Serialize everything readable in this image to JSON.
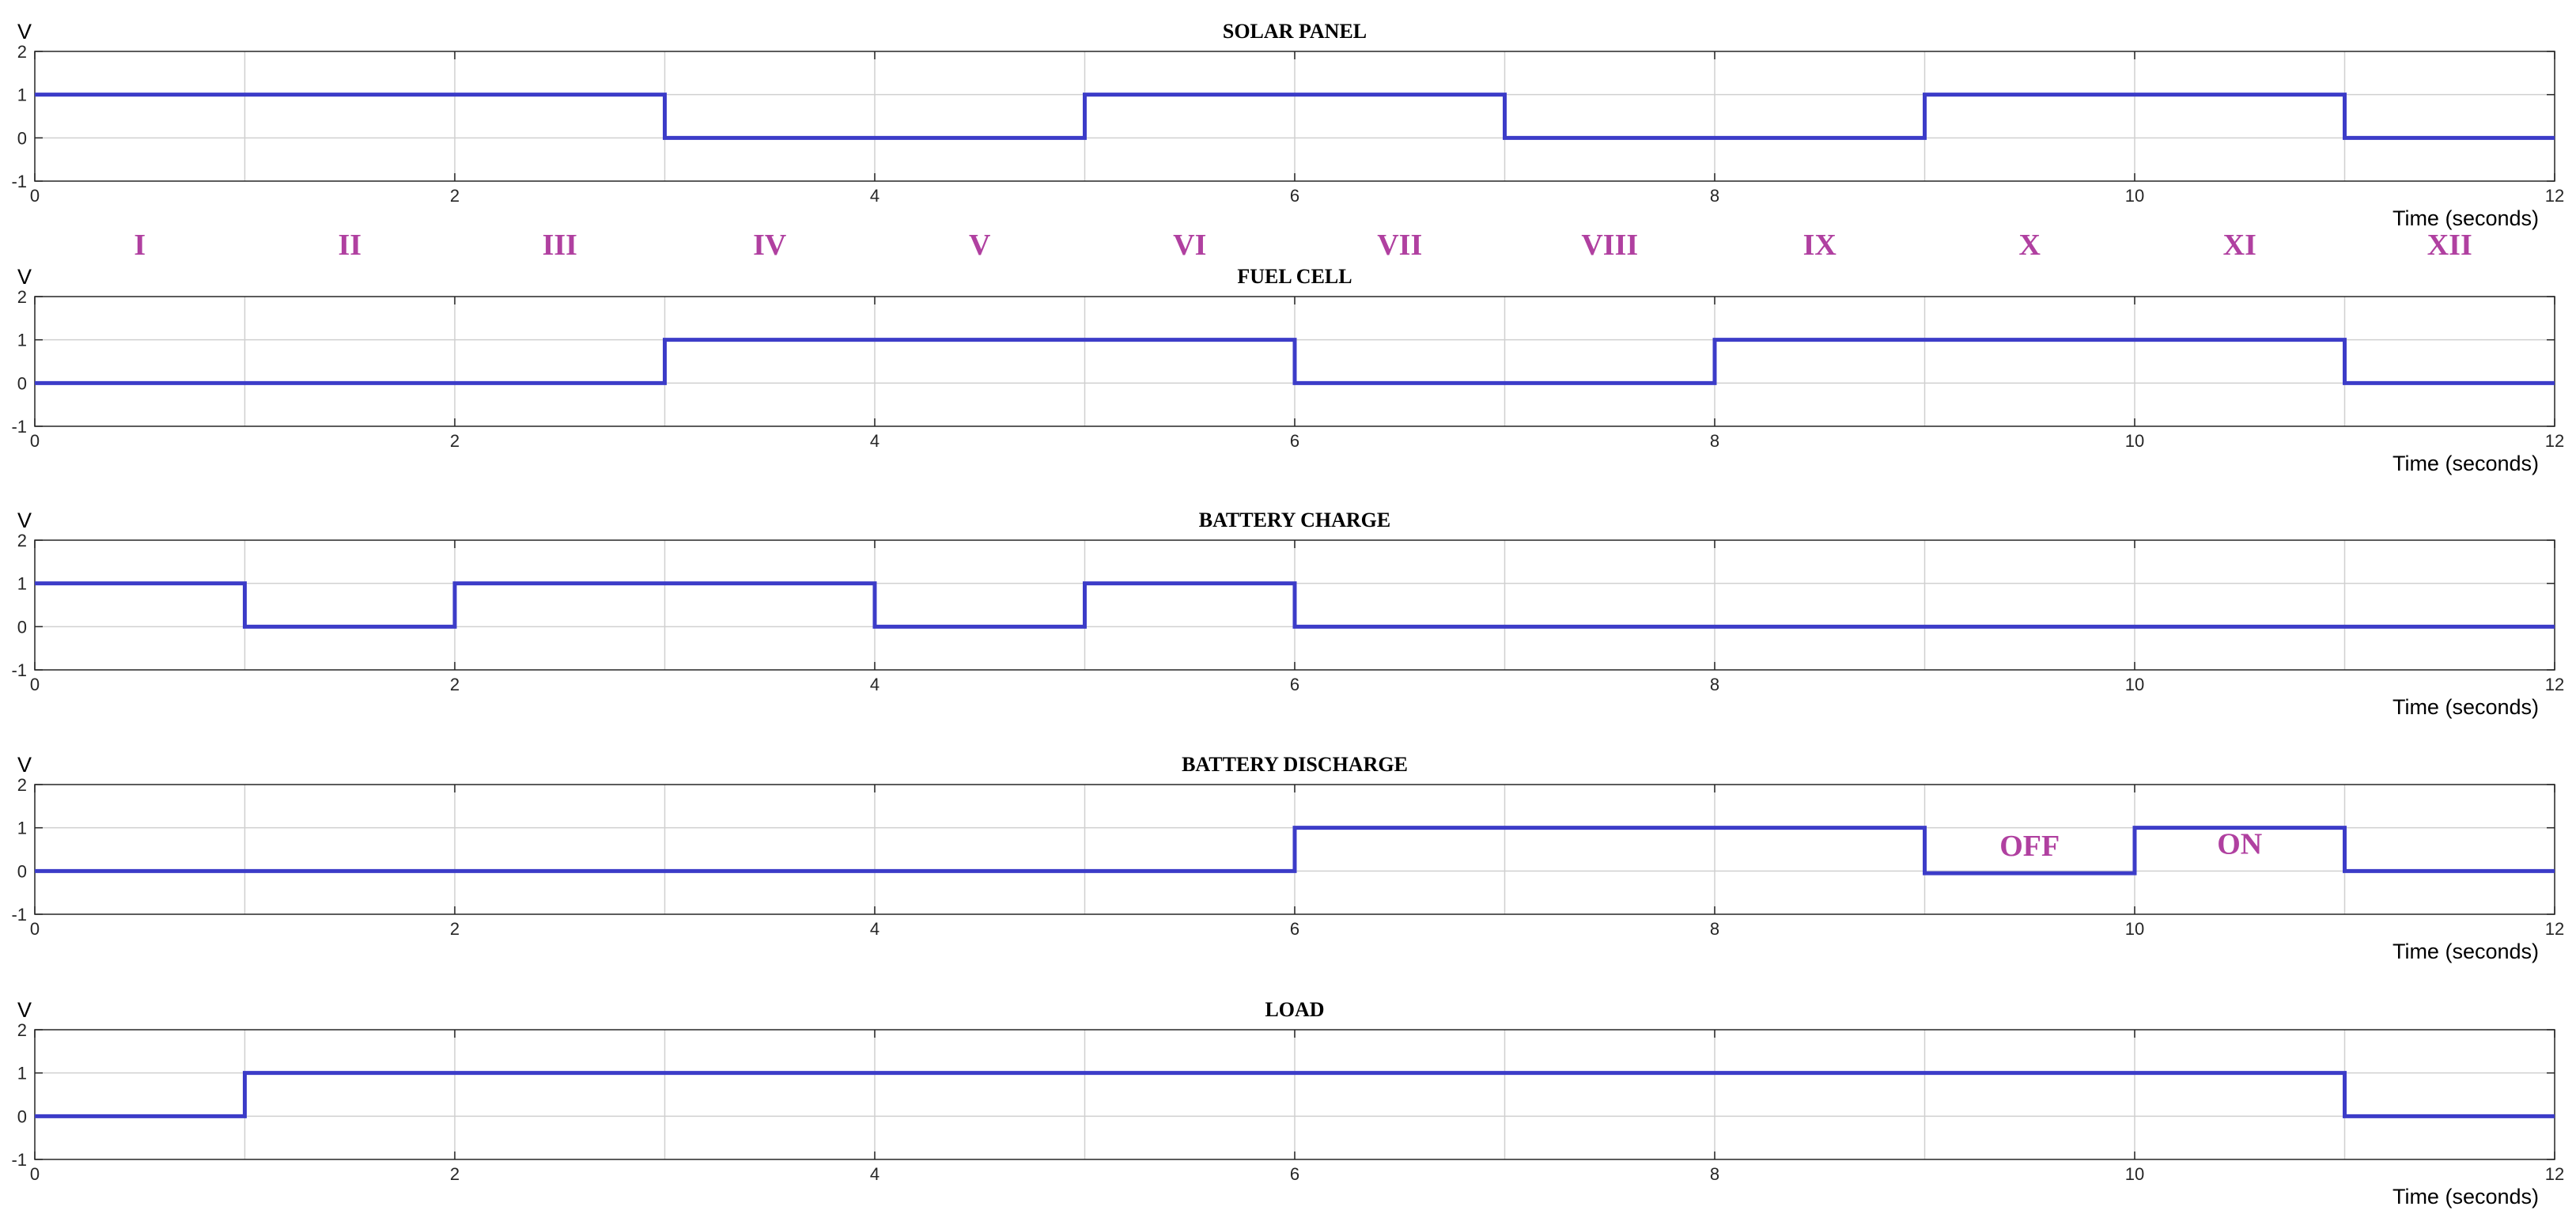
{
  "chart_data": [
    {
      "type": "line",
      "step": "post",
      "title": "SOLAR PANEL",
      "ylabel": "V",
      "xlabel": "Time (seconds)",
      "xlim": [
        0,
        12
      ],
      "ylim": [
        -1,
        2
      ],
      "xticks": [
        "0",
        "2",
        "4",
        "6",
        "8",
        "10",
        "12"
      ],
      "yticks": [
        "-1",
        "0",
        "1",
        "2"
      ],
      "grid": true,
      "x": [
        0,
        3,
        5,
        7,
        9,
        11,
        12
      ],
      "y": [
        1,
        0,
        1,
        0,
        1,
        0,
        0
      ]
    },
    {
      "type": "line",
      "step": "post",
      "title": "FUEL CELL",
      "ylabel": "V",
      "xlabel": "Time (seconds)",
      "xlim": [
        0,
        12
      ],
      "ylim": [
        -1,
        2
      ],
      "xticks": [
        "0",
        "2",
        "4",
        "6",
        "8",
        "10",
        "12"
      ],
      "yticks": [
        "-1",
        "0",
        "1",
        "2"
      ],
      "grid": true,
      "x": [
        0,
        3,
        6,
        8,
        11,
        12
      ],
      "y": [
        0,
        1,
        0,
        1,
        0,
        0
      ]
    },
    {
      "type": "line",
      "step": "post",
      "title": "BATTERY CHARGE",
      "ylabel": "V",
      "xlabel": "Time (seconds)",
      "xlim": [
        0,
        12
      ],
      "ylim": [
        -1,
        2
      ],
      "xticks": [
        "0",
        "2",
        "4",
        "6",
        "8",
        "10",
        "12"
      ],
      "yticks": [
        "-1",
        "0",
        "1",
        "2"
      ],
      "grid": true,
      "x": [
        0,
        1,
        2,
        4,
        5,
        6,
        12
      ],
      "y": [
        1,
        0,
        1,
        0,
        1,
        0,
        0
      ]
    },
    {
      "type": "line",
      "step": "post",
      "title": "BATTERY DISCHARGE",
      "ylabel": "V",
      "xlabel": "Time (seconds)",
      "xlim": [
        0,
        12
      ],
      "ylim": [
        -1,
        2
      ],
      "xticks": [
        "0",
        "2",
        "4",
        "6",
        "8",
        "10",
        "12"
      ],
      "yticks": [
        "-1",
        "0",
        "1",
        "2"
      ],
      "grid": true,
      "x": [
        0,
        6,
        9,
        10,
        11,
        12
      ],
      "y": [
        0,
        1,
        -0.05,
        1,
        0,
        0
      ],
      "annotations": [
        {
          "text": "OFF",
          "x": 9.5,
          "y": 0.35
        },
        {
          "text": "ON",
          "x": 10.5,
          "y": 0.4
        }
      ]
    },
    {
      "type": "line",
      "step": "post",
      "title": "LOAD",
      "ylabel": "V",
      "xlabel": "Time (seconds)",
      "xlim": [
        0,
        12
      ],
      "ylim": [
        -1,
        2
      ],
      "xticks": [
        "0",
        "2",
        "4",
        "6",
        "8",
        "10",
        "12"
      ],
      "yticks": [
        "-1",
        "0",
        "1",
        "2"
      ],
      "grid": true,
      "x": [
        0,
        1,
        11,
        12
      ],
      "y": [
        0,
        1,
        0,
        0
      ]
    }
  ],
  "intervals": {
    "labels": [
      "I",
      "II",
      "III",
      "IV",
      "V",
      "VI",
      "VII",
      "VIII",
      "IX",
      "X",
      "XI",
      "XII"
    ]
  },
  "colors": {
    "line": "#3c3cc8",
    "annotation": "#b040a0",
    "grid": "#d0d0d0",
    "axes": "#262626"
  }
}
